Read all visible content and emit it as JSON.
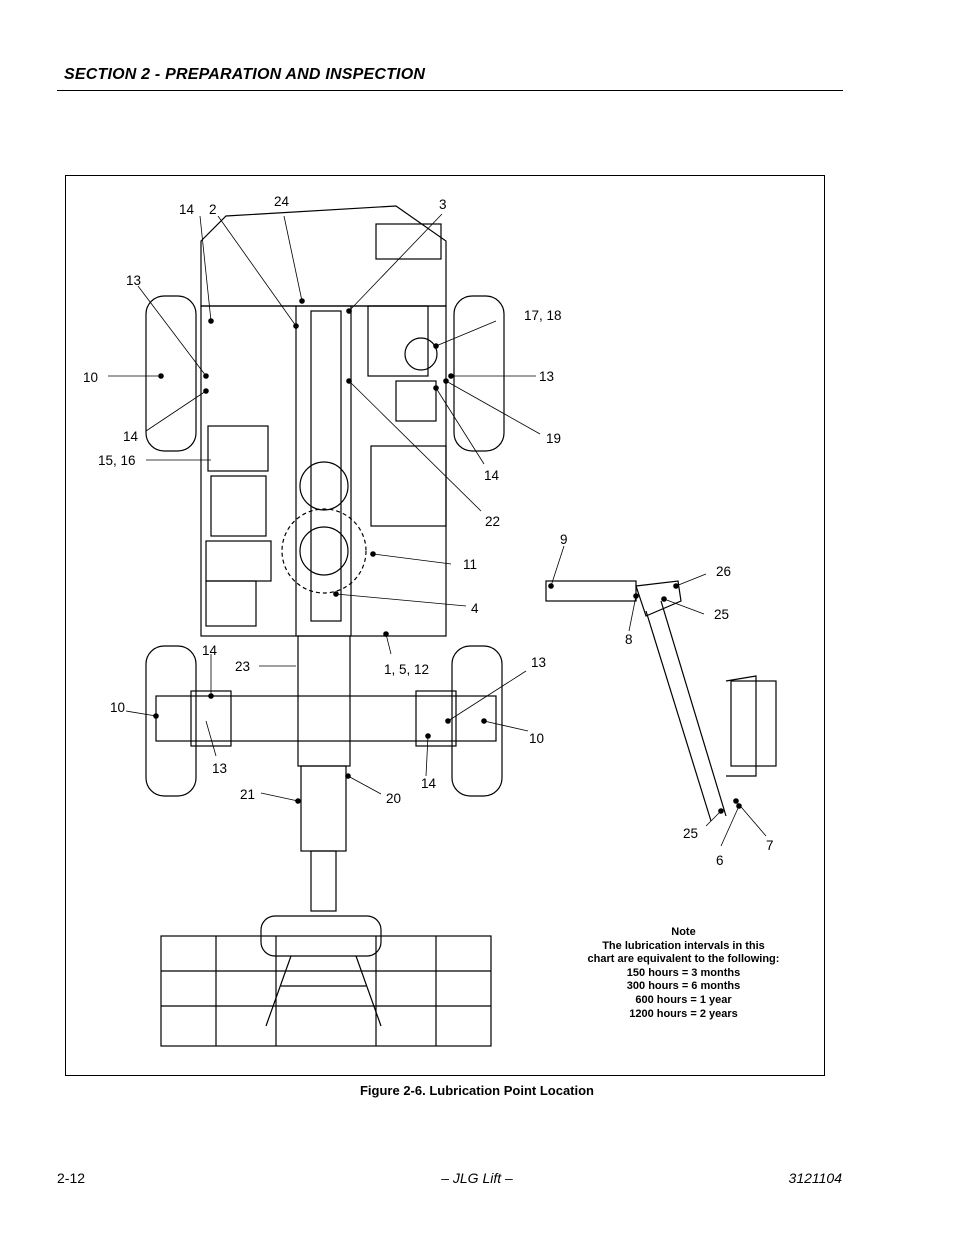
{
  "header": {
    "title": "SECTION 2 - PREPARATION AND INSPECTION"
  },
  "figure": {
    "caption": "Figure 2-6.  Lubrication Point Location",
    "labels": {
      "l14a": "14",
      "l2": "2",
      "l24": "24",
      "l3": "3",
      "l13a": "13",
      "l1718": "17, 18",
      "l10a": "10",
      "l13b": "13",
      "l14b": "14",
      "l19": "19",
      "l1516": "15, 16",
      "l14c": "14",
      "l22": "22",
      "l9": "9",
      "l26": "26",
      "l11": "11",
      "l4": "4",
      "l25a": "25",
      "l8": "8",
      "l14d": "14",
      "l23": "23",
      "l1512": "1, 5, 12",
      "l13c": "13",
      "l10b": "10",
      "l10c": "10",
      "l13d": "13",
      "l14e": "14",
      "l21": "21",
      "l20": "20",
      "l25b": "25",
      "l7": "7",
      "l6": "6"
    },
    "note": {
      "title": "Note",
      "lines": [
        "The lubrication intervals in this",
        "chart are equivalent to the following:",
        "150 hours = 3 months",
        "300 hours = 6 months",
        "600 hours = 1 year",
        "1200 hours = 2 years"
      ]
    }
  },
  "footer": {
    "page": "2-12",
    "brand": "– JLG Lift –",
    "doc_number": "3121104"
  }
}
